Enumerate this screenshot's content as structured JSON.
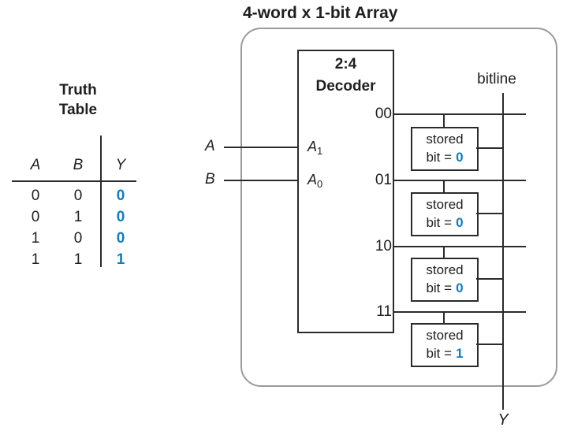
{
  "colors": {
    "accent_blue": "#0f7dc0",
    "line_color": "#2b2b2b",
    "container_border_gray": "#9a9a9a"
  },
  "truth_table": {
    "title": "Truth Table",
    "columns": [
      "A",
      "B",
      "Y"
    ],
    "rows": [
      {
        "a": "0",
        "b": "0",
        "y": "0"
      },
      {
        "a": "0",
        "b": "1",
        "y": "0"
      },
      {
        "a": "1",
        "b": "0",
        "y": "0"
      },
      {
        "a": "1",
        "b": "1",
        "y": "1"
      }
    ]
  },
  "array": {
    "title": "4-word x 1-bit Array",
    "decoder": {
      "ratio": "2:4",
      "name": "Decoder",
      "inputs": [
        {
          "base": "A",
          "sub": "1"
        },
        {
          "base": "A",
          "sub": "0"
        }
      ]
    },
    "inputs": [
      "A",
      "B"
    ],
    "wordlines": [
      "00",
      "01",
      "10",
      "11"
    ],
    "cells": [
      {
        "line1": "stored",
        "line2": "bit =",
        "value": "0"
      },
      {
        "line1": "stored",
        "line2": "bit =",
        "value": "0"
      },
      {
        "line1": "stored",
        "line2": "bit =",
        "value": "0"
      },
      {
        "line1": "stored",
        "line2": "bit =",
        "value": "1"
      }
    ],
    "bitline_label": "bitline",
    "output_label": "Y"
  }
}
